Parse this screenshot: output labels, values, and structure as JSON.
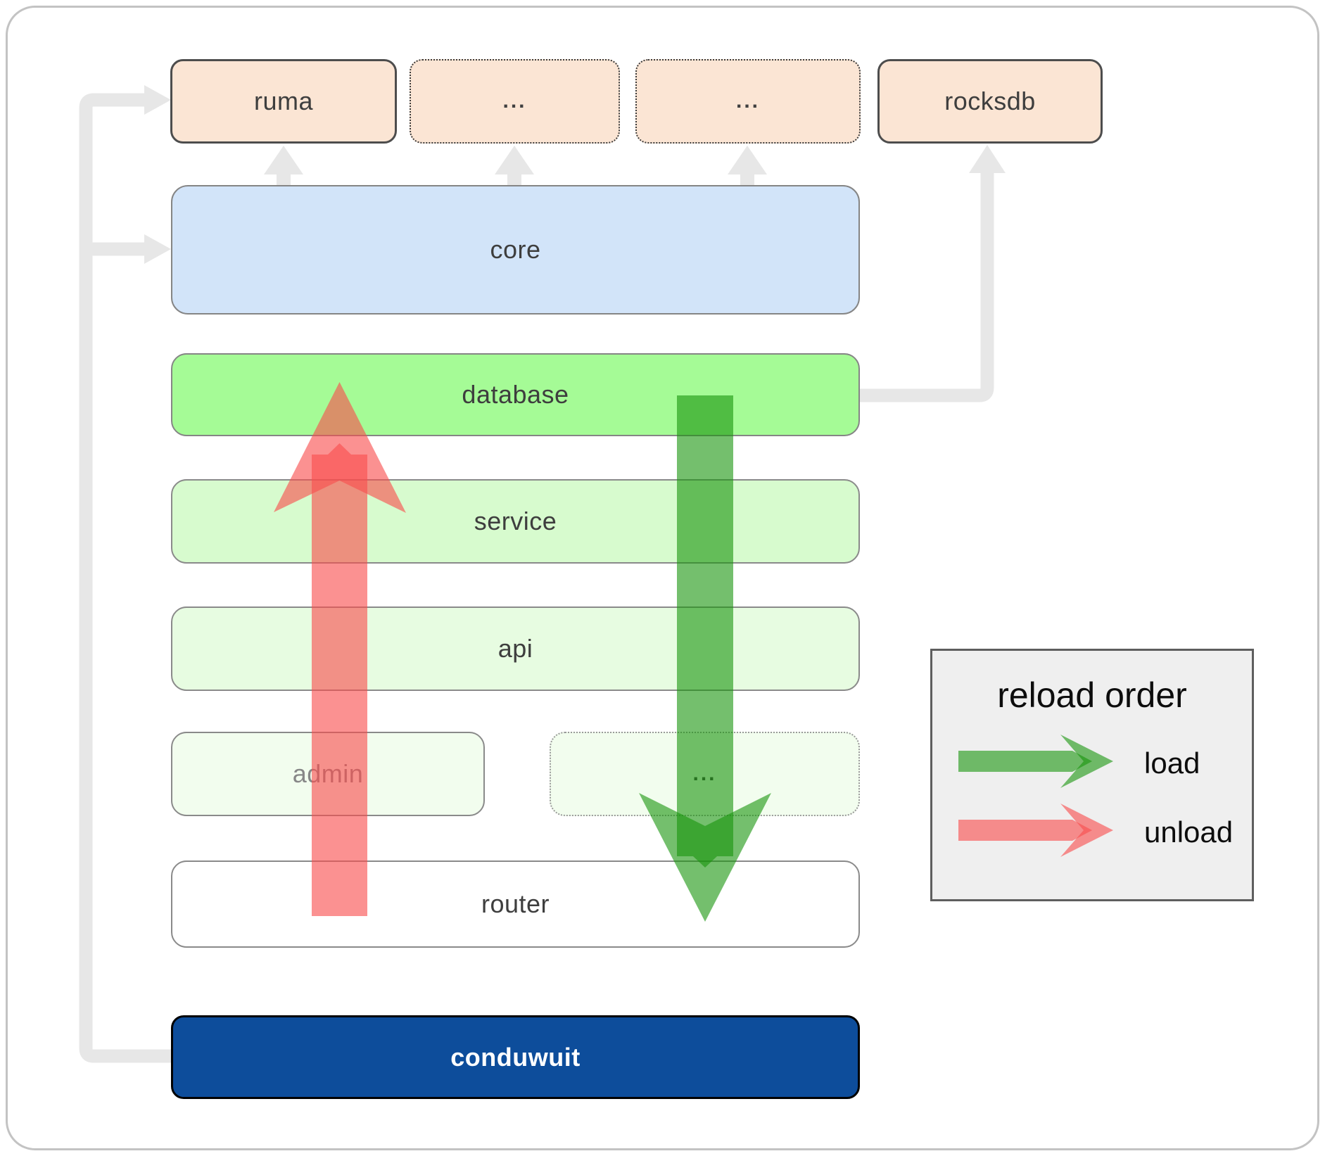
{
  "diagram": {
    "nodes": {
      "ruma": "ruma",
      "ellipsis_top_1": "...",
      "ellipsis_top_2": "...",
      "rocksdb": "rocksdb",
      "core": "core",
      "database": "database",
      "service": "service",
      "api": "api",
      "admin": "admin",
      "ellipsis_admin": "...",
      "router": "router",
      "conduwuit": "conduwuit"
    }
  },
  "legend": {
    "title": "reload order",
    "items": [
      {
        "label": "load"
      },
      {
        "label": "unload"
      }
    ]
  },
  "colors": {
    "load_arrow_green": "#17940c",
    "unload_arrow_red": "#f94d4d",
    "connector_gray": "#e7e7e7",
    "node_peach": "#fbe5d4",
    "node_blue": "#d2e4f9",
    "node_bright_green": "#a5fb96",
    "node_light_green": "#d7fbce",
    "node_lighter_green": "#e7fce1",
    "node_faint_green": "#f2fdee",
    "conduwuit_blue": "#0d4d9b",
    "legend_background": "#efefef"
  }
}
